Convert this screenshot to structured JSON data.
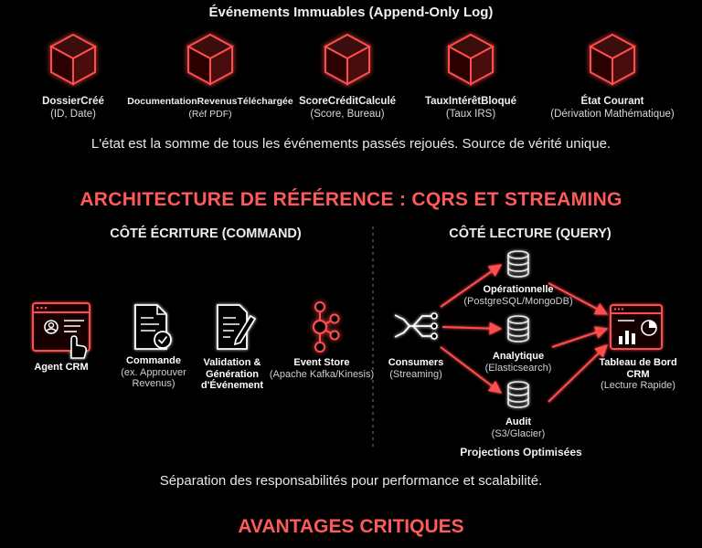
{
  "header": {
    "title": "Événements Immuables (Append-Only Log)"
  },
  "events": [
    {
      "title": "DossierCréé",
      "sub": "(ID, Date)"
    },
    {
      "title": "DocumentationRevenusTéléchargée",
      "sub": "(Réf PDF)"
    },
    {
      "title": "ScoreCréditCalculé",
      "sub": "(Score, Bureau)"
    },
    {
      "title": "TauxIntérêtBloqué",
      "sub": "(Taux IRS)"
    },
    {
      "title": "État Courant",
      "sub": "(Dérivation Mathématique)"
    }
  ],
  "event_caption": "L'état est la somme de tous les événements passés rejoués. Source de vérité unique.",
  "architecture": {
    "title": "ARCHITECTURE DE RÉFÉRENCE : CQRS ET STREAMING",
    "write_side": "CÔTÉ ÉCRITURE (COMMAND)",
    "read_side": "CÔTÉ LECTURE (QUERY)",
    "nodes": {
      "agent": {
        "title": "Agent CRM"
      },
      "command": {
        "title": "Commande",
        "sub": "(ex. Approuver Revenus)"
      },
      "validation": {
        "title": "Validation & Génération d'Événement"
      },
      "event_store": {
        "title": "Event Store",
        "sub": "(Apache Kafka/Kinesis)"
      },
      "consumers": {
        "title": "Consumers",
        "sub": "(Streaming)"
      },
      "operational": {
        "title": "Opérationnelle",
        "sub": "(PostgreSQL/MongoDB)"
      },
      "analytic": {
        "title": "Analytique",
        "sub": "(Elasticsearch)"
      },
      "audit": {
        "title": "Audit",
        "sub": "(S3/Glacier)"
      },
      "dashboard": {
        "title": "Tableau de Bord CRM",
        "sub": "(Lecture Rapide)"
      }
    },
    "projections_label": "Projections Optimisées",
    "caption": "Séparation des responsabilités pour performance et scalabilité."
  },
  "footer": {
    "title": "AVANTAGES CRITIQUES"
  },
  "colors": {
    "accent": "#ff4d4d",
    "glow": "#ff2a2a",
    "background": "#000000"
  }
}
